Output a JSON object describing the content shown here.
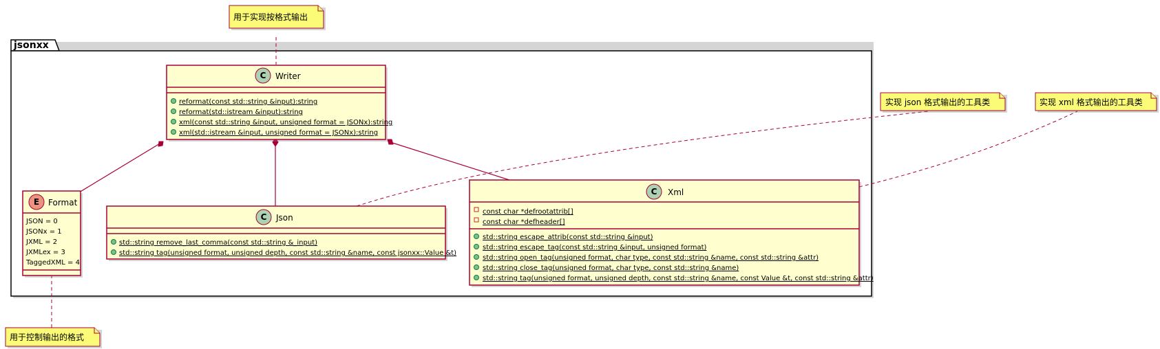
{
  "package": {
    "name": "jsonxx"
  },
  "classes": {
    "writer": {
      "name": "Writer",
      "stereotype": "C",
      "methods": [
        "reformat(const std::string &input):string",
        "reformat(std::istream &input):string",
        "xml(const std::string &input, unsigned format = JSONx):string",
        "xml(std::istream &input, unsigned format = JSONx):string"
      ]
    },
    "format": {
      "name": "Format",
      "stereotype": "E",
      "constants": [
        "JSON = 0",
        "JSONx = 1",
        "JXML = 2",
        "JXMLex = 3",
        "TaggedXML = 4"
      ]
    },
    "json": {
      "name": "Json",
      "stereotype": "C",
      "methods": [
        "std::string remove_last_comma(const std::string &_input)",
        "std::string tag(unsigned format, unsigned depth, const std::string &name, const jsonxx::Value &t)"
      ]
    },
    "xml": {
      "name": "Xml",
      "stereotype": "C",
      "fields": [
        "const char *defrootattrib[]",
        "const char *defheader[]"
      ],
      "methods": [
        "std::string escape_attrib(const std::string &input)",
        "std::string escape_tag(const std::string &input, unsigned format)",
        "std::string open_tag(unsigned format, char type, const std::string &name, const std::string &attr)",
        "std::string close_tag(unsigned format, char type, const std::string &name)",
        "std::string tag(unsigned format, unsigned depth, const std::string &name, const Value &t, const std::string &attr)"
      ]
    }
  },
  "notes": {
    "writer": "用于实现按格式输出",
    "format": "用于控制输出的格式",
    "json": "实现 json 格式输出的工具类",
    "xml": "实现 xml 格式输出的工具类"
  },
  "colors": {
    "class_fill": "#FEFECE",
    "class_border": "#A80036",
    "note_fill": "#FBFB77",
    "stereotype_class": "#ADD1B2",
    "stereotype_enum": "#EB937F"
  }
}
